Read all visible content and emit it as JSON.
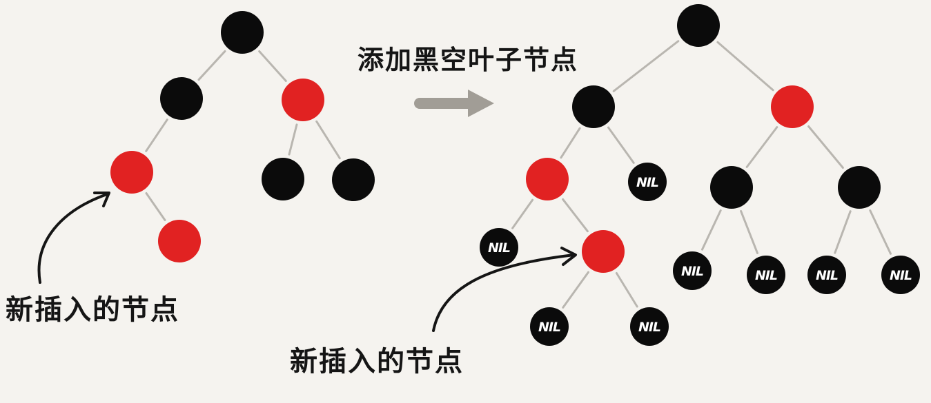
{
  "colors": {
    "black_node": "#0b0b0b",
    "red_node": "#e12222",
    "edge": "#b9b6b0",
    "arrow": "#a19d96",
    "background": "#f5f3ef"
  },
  "labels": {
    "new_node_left": "新插入的节点",
    "new_node_right": "新插入的节点",
    "transform": "添加黑空叶子节点"
  },
  "nil_text": "NIL",
  "trees": {
    "before": {
      "nodes": [
        {
          "id": "b1",
          "color": "black"
        },
        {
          "id": "b2",
          "color": "black",
          "parent": "b1"
        },
        {
          "id": "r1",
          "color": "red",
          "parent": "b1"
        },
        {
          "id": "r2",
          "color": "red",
          "parent": "b2"
        },
        {
          "id": "b3",
          "color": "black",
          "parent": "r1"
        },
        {
          "id": "b4",
          "color": "black",
          "parent": "r1"
        },
        {
          "id": "r3",
          "color": "red",
          "parent": "r2"
        }
      ]
    },
    "after": {
      "nodes": [
        {
          "id": "B1",
          "color": "black"
        },
        {
          "id": "B2",
          "color": "black",
          "parent": "B1"
        },
        {
          "id": "R1",
          "color": "red",
          "parent": "B1"
        },
        {
          "id": "R2",
          "color": "red",
          "parent": "B2"
        },
        {
          "id": "N1",
          "color": "black",
          "nil": true,
          "parent": "B2"
        },
        {
          "id": "B3",
          "color": "black",
          "parent": "R1"
        },
        {
          "id": "B4",
          "color": "black",
          "parent": "R1"
        },
        {
          "id": "N2",
          "color": "black",
          "nil": true,
          "parent": "R2"
        },
        {
          "id": "R3",
          "color": "red",
          "parent": "R2"
        },
        {
          "id": "N3",
          "color": "black",
          "nil": true,
          "parent": "B3"
        },
        {
          "id": "N4",
          "color": "black",
          "nil": true,
          "parent": "B3"
        },
        {
          "id": "N5",
          "color": "black",
          "nil": true,
          "parent": "B4"
        },
        {
          "id": "N6",
          "color": "black",
          "nil": true,
          "parent": "B4"
        },
        {
          "id": "N7",
          "color": "black",
          "nil": true,
          "parent": "R3"
        },
        {
          "id": "N8",
          "color": "black",
          "nil": true,
          "parent": "R3"
        }
      ]
    }
  }
}
